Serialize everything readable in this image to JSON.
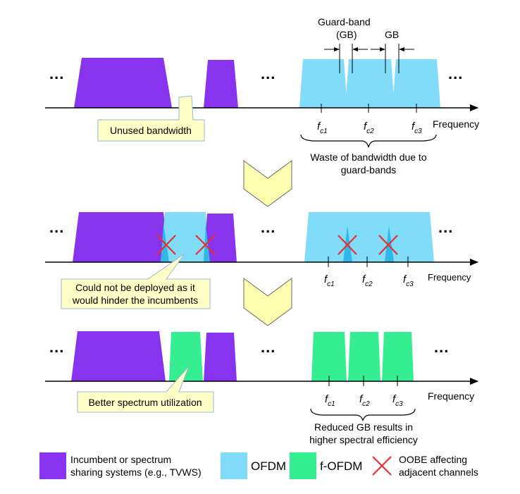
{
  "colors": {
    "incumbent": "#8833ee",
    "ofdm": "#80dcf8",
    "ofdm_overlap": "#2fb8e8",
    "fofdm": "#36ee92",
    "callout_fill": "#ffffc8",
    "callout_stroke": "#9ab8c8",
    "arrow_fill": "#ffffb0",
    "cross": "#e83030"
  },
  "ellipsis": "...",
  "freq_label": "Frequency",
  "carrier_prefix": "f",
  "carriers": [
    "c1",
    "c2",
    "c3"
  ],
  "panel1": {
    "guard_band_label_1": "Guard-band",
    "guard_band_label_2": "(GB)",
    "gb_label": "GB",
    "callout": "Unused bandwidth",
    "brace_line1": "Waste of bandwidth due to",
    "brace_line2": "guard-bands"
  },
  "panel2": {
    "callout_line1": "Could not be deployed as it",
    "callout_line2": "would hinder the incumbents"
  },
  "panel3": {
    "callout": "Better spectrum utilization",
    "brace_line1": "Reduced GB results in",
    "brace_line2": "higher spectral efficiency"
  },
  "legend": {
    "incumbent_line1": "Incumbent or spectrum",
    "incumbent_line2": "sharing systems (e.g., TVWS)",
    "ofdm": "OFDM",
    "fofdm": "f-OFDM",
    "oobe_line1": "OOBE affecting",
    "oobe_line2": "adjacent channels",
    "icons": [
      "incumbent-swatch",
      "ofdm-swatch",
      "fofdm-swatch",
      "cross-icon"
    ]
  }
}
